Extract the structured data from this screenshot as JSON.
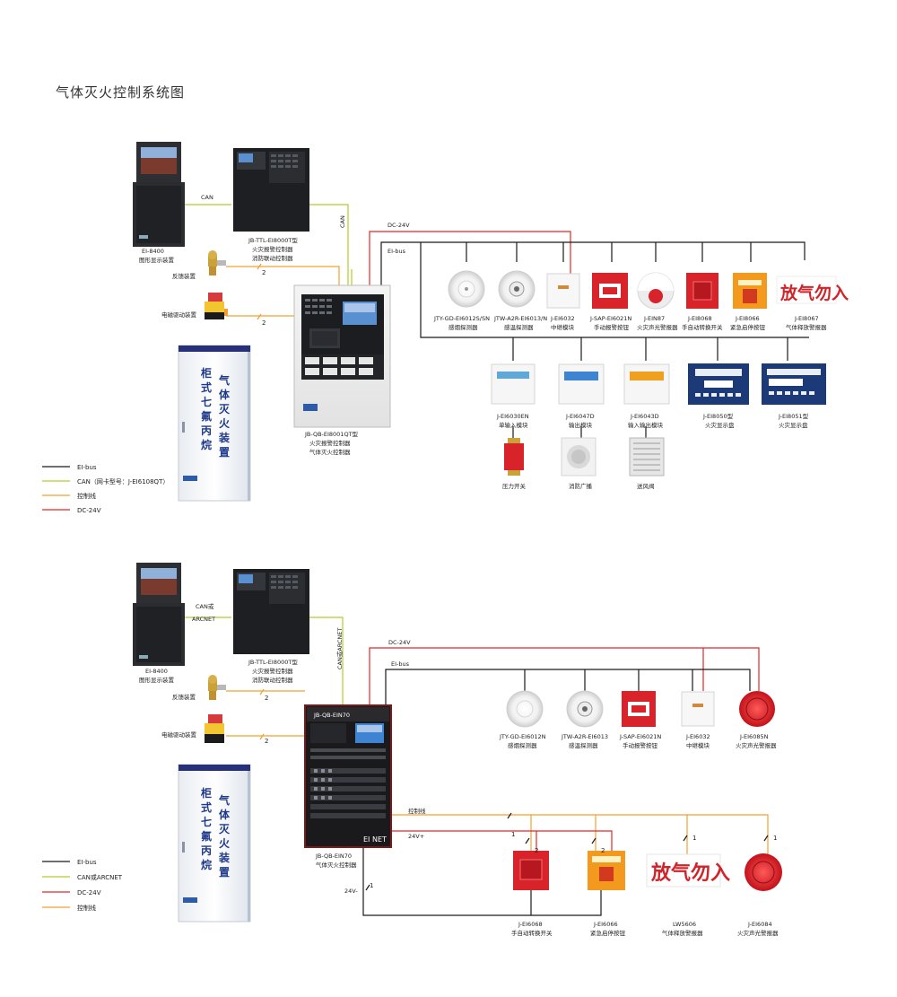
{
  "title": "气体灭火控制系统图",
  "colors": {
    "eibus": "#1a1a1a",
    "can": "#b5cc2c",
    "control": "#f0a030",
    "dc24v": "#e0282a"
  },
  "top": {
    "wires": {
      "can": "CAN",
      "can_vertical": "CAN",
      "dc24v": "DC-24V",
      "eibus": "EI-bus"
    },
    "display": {
      "model": "EI-8400",
      "name": "图形显示装置"
    },
    "fire_panel": {
      "model": "JB-TTL-EI8000T型",
      "line1": "火灾报警控制器",
      "line2": "消防联动控制器"
    },
    "feedback": {
      "label": "反馈装置",
      "count": "2"
    },
    "solenoid": {
      "label": "电磁驱动装置",
      "count": "2"
    },
    "cabinet_text": "柜式七氟丙烷气体灭火装置",
    "controller": {
      "model": "JB-QB-EI8001QT型",
      "line1": "火灾报警控制器",
      "line2": "气体灭火控制器"
    },
    "devices": [
      {
        "model": "JTY-GD-EI6012S/SN",
        "name": "感烟探测器"
      },
      {
        "model": "JTW-A2R-EI6013/N",
        "name": "感温探测器"
      },
      {
        "model": "J-EI6032",
        "name": "中继模块"
      },
      {
        "model": "J-SAP-EI6021N",
        "name": "手动报警按钮"
      },
      {
        "model": "J-EIN87",
        "name": "火灾声光警报器"
      },
      {
        "model": "J-EI8068",
        "name": "手自动转换开关"
      },
      {
        "model": "J-EI8066",
        "name": "紧急启停按钮"
      },
      {
        "model": "J-EI8067",
        "name": "气体释放警报器"
      }
    ],
    "fangqi_sign": "放气勿入",
    "modules": [
      {
        "model": "J-EI6030EN",
        "name": "单输入模块"
      },
      {
        "model": "J-EI6047D",
        "name": "输出模块"
      },
      {
        "model": "J-EI6043D",
        "name": "输入输出模块"
      },
      {
        "model": "J-EI8050型",
        "name": "火灾显示盘"
      },
      {
        "model": "J-EI8051型",
        "name": "火灾显示盘"
      }
    ],
    "outputs": [
      {
        "name": "压力开关"
      },
      {
        "name": "消防广播"
      },
      {
        "name": "送风阀"
      }
    ],
    "legend": [
      {
        "label": "EI-bus"
      },
      {
        "label": "CAN（网卡型号：J-EI6108QT）"
      },
      {
        "label": "控制线"
      },
      {
        "label": "DC-24V"
      }
    ]
  },
  "bottom": {
    "wires": {
      "can": "CAN或",
      "can2": "ARCNET",
      "can_vertical": "CAN或ARCNET",
      "dc24v": "DC-24V",
      "eibus": "EI-bus",
      "control": "控制线",
      "v24p": "24V+",
      "v24m": "24V-"
    },
    "display": {
      "model": "EI-8400",
      "name": "图形显示装置"
    },
    "fire_panel": {
      "model": "JB-TTL-EI8000T型",
      "line1": "火灾报警控制器",
      "line2": "消防联动控制器"
    },
    "feedback": {
      "label": "反馈装置",
      "count": "2"
    },
    "solenoid": {
      "label": "电磁驱动装置",
      "count": "2"
    },
    "cabinet_text": "柜式七氟丙烷气体灭火装置",
    "controller": {
      "model": "JB-QB-EIN70",
      "name": "气体灭火控制器",
      "brand": "EI NET",
      "header": "JB-QB-EIN70"
    },
    "devices": [
      {
        "model": "JTY-GD-EI6012N",
        "name": "感烟探测器"
      },
      {
        "model": "JTW-A2R-EI6013",
        "name": "感温探测器"
      },
      {
        "model": "J-SAP-EI6021N",
        "name": "手动报警按钮"
      },
      {
        "model": "J-EI6032",
        "name": "中继模块"
      },
      {
        "model": "J-EI6085N",
        "name": "火灾声光警报器"
      }
    ],
    "control_devices": [
      {
        "model": "J-EI6068",
        "name": "手自动转换开关",
        "count": "2"
      },
      {
        "model": "J-EI6066",
        "name": "紧急启停按钮",
        "count": "2"
      },
      {
        "model": "LW5606",
        "name": "气体释放警报器",
        "count": "1"
      },
      {
        "model": "J-EI6084",
        "name": "火灾声光警报器",
        "count": "1"
      }
    ],
    "fangqi_sign": "放气勿入",
    "count_1": "1",
    "count_24vm": "1",
    "legend": [
      {
        "label": "EI-bus"
      },
      {
        "label": "CAN或ARCNET"
      },
      {
        "label": "DC-24V"
      },
      {
        "label": "控制线"
      }
    ]
  }
}
